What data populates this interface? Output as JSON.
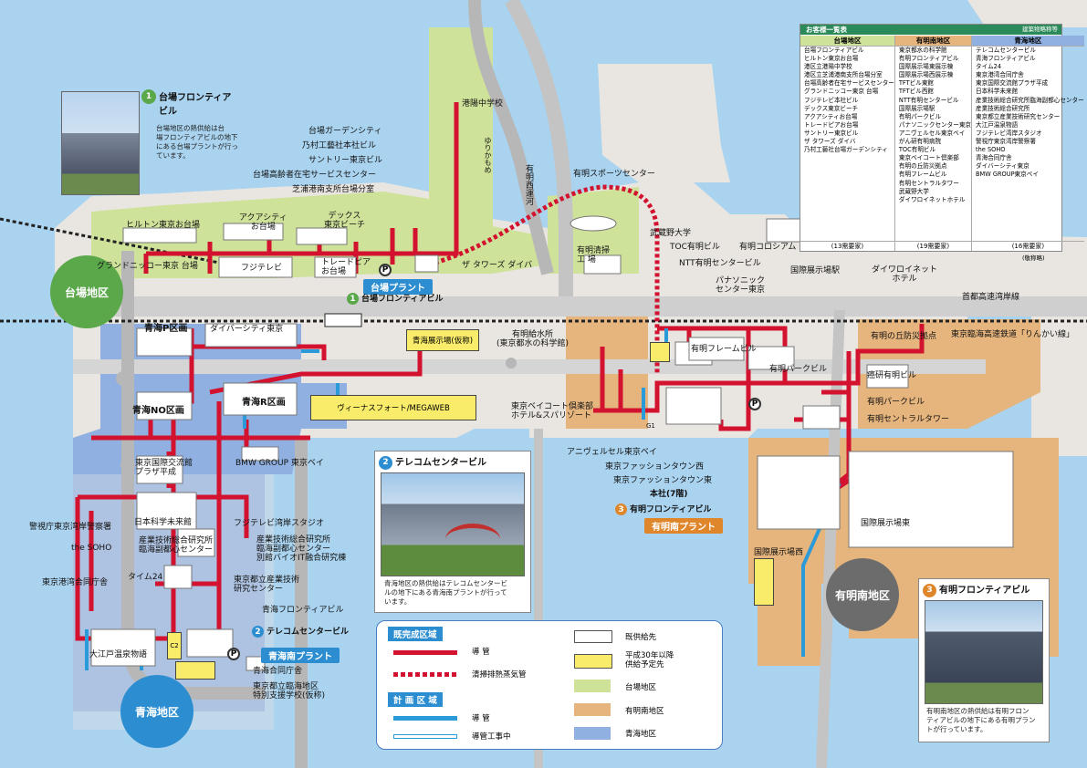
{
  "colors": {
    "sea": "#a9d3ef",
    "land": "#e9e6e1",
    "odaiba_area": "#cfe29a",
    "ariake_area": "#e6b57e",
    "aomi_area": "#8fb0e0",
    "pipe_red": "#d2122e",
    "pipe_blue": "#2a9ad8",
    "road": "#b7b7b7",
    "odaiba_badge": "#5aa84a",
    "aomi_badge": "#2c8ed1",
    "ariakeminami_badge": "#6c6c6c"
  },
  "districts": {
    "odaiba": "台場地区",
    "aomi": "青海地区",
    "ariake_minami": "有明南地区"
  },
  "plants": {
    "odaiba": "台場プラント",
    "aomi_minami": "青海南プラント",
    "ariake_minami": "有明南プラント",
    "p_mark": "P"
  },
  "callouts": {
    "odaiba_frontier": {
      "num": "1",
      "title": "台場フロンティアビル",
      "title_line1": "台場フロンティア",
      "title_line2": "ビル",
      "desc_line1": "台場地区の熱供給は台",
      "desc_line2": "場フロンティアビルの地下",
      "desc_line3": "にある台場プラントが行っ",
      "desc_line4": "ています。"
    },
    "telecom": {
      "num": "2",
      "title": "テレコムセンタービル",
      "desc_line1": "青海地区の熱供給はテレコムセンタービ",
      "desc_line2": "ルの地下にある青海南プラントが行って",
      "desc_line3": "います。"
    },
    "ariake_frontier": {
      "num": "3",
      "title": "有明フロンティアビル",
      "desc_line1": "有明南地区の熱供給は有明フロン",
      "desc_line2": "ティアビルの地下にある有明プラン",
      "desc_line3": "トが行っています。"
    }
  },
  "labels": {
    "hilton": "ヒルトン東京お台場",
    "aqua_city": "アクアシティ\nお台場",
    "decks": "デックス\n東京ビーチ",
    "grand_nikko": "グランドニッコー東京 台場",
    "fuji_tv": "フジテレビ",
    "trade_pia": "トレードピア\nお台場",
    "the_towers": "ザ タワーズ ダイバ",
    "odaiba_garden": "台場ガーデンシティ",
    "nomura": "乃村工藝社本社ビル",
    "suntory": "サントリー東京ビル",
    "koureisha": "台場高齢者在宅サービスセンター",
    "shibaura_branch": "芝浦港南支所台場分室",
    "konan_jhs": "港陽中学校",
    "yurikamome": "ゆりかもめ",
    "ariake_canal": "有明西運河",
    "ariake_sports": "有明スポーツセンター",
    "ariake_seiso": "有明清掃\n工 場",
    "musashino_univ": "武蔵野大学",
    "toc_ariake": "TOC有明ビル",
    "ntt_ariake": "NTT有明センタービル",
    "ariake_coliseum": "有明コロシアム",
    "kokusai_tenjijo_eki": "国際展示場駅",
    "daiwa_roynet": "ダイワロイネット\nホテル",
    "panasonic": "パナソニック\nセンター東京",
    "shutoko": "首都高速湾岸線",
    "ariake_kyusui": "有明給水所\n(東京都水の科学館)",
    "ariake_frame": "有明フレームビル",
    "ariake_park": "有明パークビル",
    "ariake_oka": "有明の丘防災拠点",
    "rinkai_line": "東京臨海高速鉄道「りんかい線」",
    "ariake_park_bldg": "有明パークビル",
    "kaken_ariake": "癌研有明ビル",
    "ariake_central": "有明セントラルタワー",
    "diver_city": "ダイバーシティ東京",
    "aomi_p": "青海P区画",
    "aomi_temp": "青海展示場(仮称)",
    "aomi_no": "青海NO区画",
    "aomi_r": "青海R区画",
    "venus_fort": "ヴィーナスフォート/MEGAWEB",
    "bayclub": "東京ベイコート倶楽部\nホテル&スパリゾート",
    "anniversaire": "アニヴェルセル東京ベイ",
    "fashion_west": "東京ファッションタウン西",
    "fashion_east": "東京ファッションタウン東",
    "honsha": "本社(7階)",
    "ariake_frontier": "有明フロンティアビル",
    "kokusai_higashi": "国際展示場東",
    "kokusai_nishi": "国際展示場西",
    "bmw": "BMW GROUP 東京ベイ",
    "tokyo_kokusai_koryu": "東京国際交流館\nプラザ平成",
    "nihon_kagaku": "日本科学未来館",
    "sangyo_gijutsu": "産業技術総合研究所\n臨海副都心センター\n別館バイオIT融合研究棟",
    "keishicho": "警視庁東京湾岸警察署",
    "the_soho": "the SOHO",
    "sangyo_gijutsu2": "産業技術総合研究所\n臨海副都心センター",
    "fuji_tv_wangan": "フジテレビ湾岸スタジオ",
    "time24": "タイム24",
    "tokyo_kowan": "東京港湾合同庁舎",
    "toritsu_sangyo": "東京都立産業技術\n研究センター",
    "aomi_frontier": "青海フロンティアビル",
    "telecom_label": "テレコムセンタービル",
    "oedo_onsen": "大江戸温泉物語",
    "aomi_godo": "青海合同庁舎",
    "rinkai_school": "東京都立臨海地区\n特別支援学校(仮称)",
    "c2": "C2",
    "g1": "G1"
  },
  "customer_table": {
    "title": "お客様一覧表",
    "note": "建築物略称等",
    "abbr_note": "(敬称略)",
    "columns": [
      {
        "name": "台場地区",
        "count": "(13需要家)",
        "items": [
          "台場フロンティアビル",
          "ヒルトン東京お台場",
          "港区立港陽中学校",
          "港区立芝浦港南支所台場分室",
          "台場高齢者在宅サービスセンター",
          "グランドニッコー東京 台場",
          "フジテレビ本社ビル",
          "デックス東京ビーチ",
          "アクアシティお台場",
          "トレードピアお台場",
          "サントリー東京ビル",
          "ザ タワーズ ダイバ",
          "乃村工藝社台場ガーデンシティ"
        ]
      },
      {
        "name": "有明南地区",
        "count": "(19需要家)",
        "items": [
          "東京都水の科学館",
          "有明フロンティアビル",
          "国際展示場東展示棟",
          "国際展示場西展示棟",
          "TFTビル東館",
          "TFTビル西館",
          "NTT有明センタービル",
          "国際展示場駅",
          "有明パークビル",
          "パナソニックセンター東京",
          "アニヴェルセル東京ベイ",
          "がん研有明病院",
          "TOC有明ビル",
          "東京ベイコート倶楽部",
          "有明の丘防災拠点",
          "有明フレームビル",
          "有明セントラルタワー",
          "武蔵野大学",
          "ダイワロイネットホテル"
        ]
      },
      {
        "name": "青海地区",
        "count": "(16需要家)",
        "items": [
          "テレコムセンタービル",
          "青海フロンティアビル",
          "タイム24",
          "東京港湾合同庁舎",
          "東京国際交流館プラザ平成",
          "日本科学未来館",
          "産業技術総合研究所臨海副都心センター",
          "産業技術総合研究所",
          "東京都立産業技術研究センター",
          "大江戸温泉物語",
          "フジテレビ湾岸スタジオ",
          "警視庁東京湾岸警察署",
          "the SOHO",
          "青海合同庁舎",
          "ダイバーシティ東京",
          "BMW GROUP東京ベイ"
        ]
      }
    ]
  },
  "legend": {
    "completed_area": "既完成区域",
    "planned_area": "計 画 区 域",
    "pipe": "導 管",
    "pipe_planned": "導 管",
    "exhaust_pipe": "清掃排熱蒸気管",
    "pipe_construction": "導管工事中",
    "supplied": "既供給先",
    "future_supply": "平成30年以降\n供給予定先",
    "odaiba_area": "台場地区",
    "ariake_area": "有明南地区",
    "aomi_area": "青海地区"
  }
}
